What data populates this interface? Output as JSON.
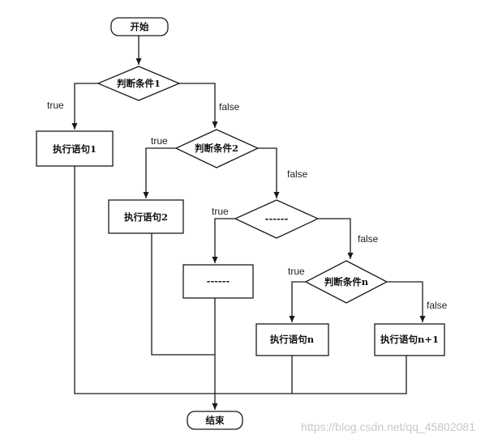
{
  "nodes": {
    "start": "开始",
    "cond1": "判断条件1",
    "cond2": "判断条件2",
    "cond_ellipsis": "------",
    "condn": "判断条件n",
    "stmt1": "执行语句1",
    "stmt2": "执行语句2",
    "stmt_ellipsis": "------",
    "stmtn": "执行语句n",
    "stmtn1": "执行语句n+1",
    "end": "结束"
  },
  "edge_labels": {
    "cond1_true": "true",
    "cond1_false": "false",
    "cond2_true": "true",
    "cond2_false": "false",
    "ellipsis_true": "true",
    "ellipsis_false": "false",
    "condn_true": "true",
    "condn_false": "false"
  },
  "watermark": "https://blog.csdn.net/qq_45802081"
}
